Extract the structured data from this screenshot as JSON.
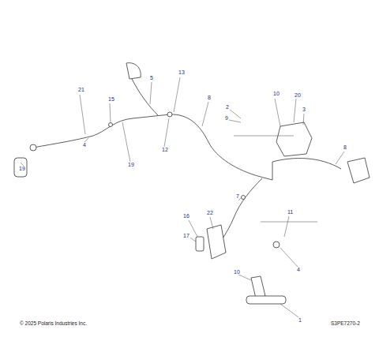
{
  "diagram": {
    "labels": [
      "21",
      "15",
      "5",
      "13",
      "8",
      "10",
      "2",
      "9",
      "20",
      "3",
      "4",
      "19",
      "12",
      "19",
      "8",
      "7",
      "11",
      "16",
      "22",
      "17",
      "4",
      "10",
      "1",
      "© 2025 Polaris Industries Inc.",
      "S3PE7270-2"
    ]
  }
}
